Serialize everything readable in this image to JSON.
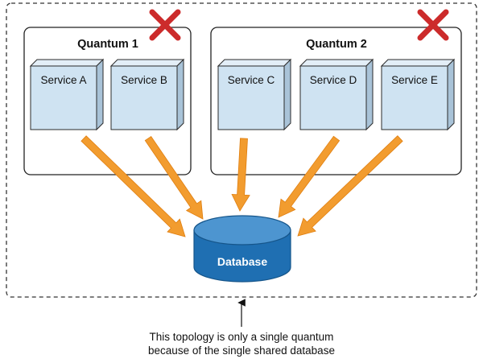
{
  "colors": {
    "service_fill": "#cfe3f2",
    "service_side": "#a9c3d8",
    "service_stroke": "#2b2b2b",
    "arrow_fill": "#f29c2f",
    "arrow_stroke": "#e07f10",
    "database_fill": "#1f6fb2",
    "database_top": "#4d95d0",
    "cross": "#cc2b2b",
    "border": "#333333"
  },
  "quanta": [
    {
      "label": "Quantum 1",
      "icon": "red-x-icon",
      "services": [
        "Service A",
        "Service B"
      ]
    },
    {
      "label": "Quantum 2",
      "icon": "red-x-icon",
      "services": [
        "Service C",
        "Service D",
        "Service E"
      ]
    }
  ],
  "database": {
    "label": "Database",
    "icon": "database-cylinder"
  },
  "caption": {
    "line1": "This topology is only a single quantum",
    "line2": "because of the single shared database"
  }
}
